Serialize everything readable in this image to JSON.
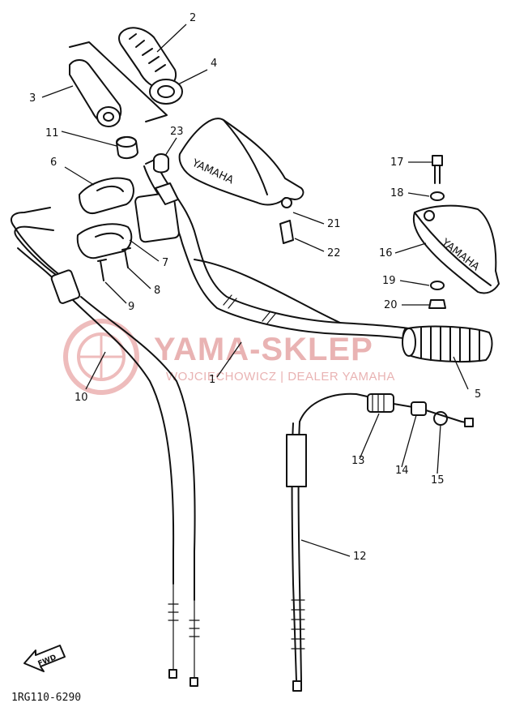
{
  "watermark": {
    "title": "YAMA-SKLEP",
    "subtitle": "WOJCIECHOWICZ | DEALER YAMAHA",
    "color": "#e9b3b3"
  },
  "figure_code": "1RG110-6290",
  "fwd_label": "FWD",
  "guard_brand": "YAMAHA",
  "callouts": [
    {
      "id": "1",
      "label": "1"
    },
    {
      "id": "2",
      "label": "2"
    },
    {
      "id": "3",
      "label": "3"
    },
    {
      "id": "4",
      "label": "4"
    },
    {
      "id": "5",
      "label": "5"
    },
    {
      "id": "6",
      "label": "6"
    },
    {
      "id": "7",
      "label": "7"
    },
    {
      "id": "8",
      "label": "8"
    },
    {
      "id": "9",
      "label": "9"
    },
    {
      "id": "10",
      "label": "10"
    },
    {
      "id": "11",
      "label": "11"
    },
    {
      "id": "12",
      "label": "12"
    },
    {
      "id": "13",
      "label": "13"
    },
    {
      "id": "14",
      "label": "14"
    },
    {
      "id": "15",
      "label": "15"
    },
    {
      "id": "16",
      "label": "16"
    },
    {
      "id": "17",
      "label": "17"
    },
    {
      "id": "18",
      "label": "18"
    },
    {
      "id": "19",
      "label": "19"
    },
    {
      "id": "20",
      "label": "20"
    },
    {
      "id": "21",
      "label": "21"
    },
    {
      "id": "22",
      "label": "22"
    },
    {
      "id": "23",
      "label": "23"
    }
  ]
}
